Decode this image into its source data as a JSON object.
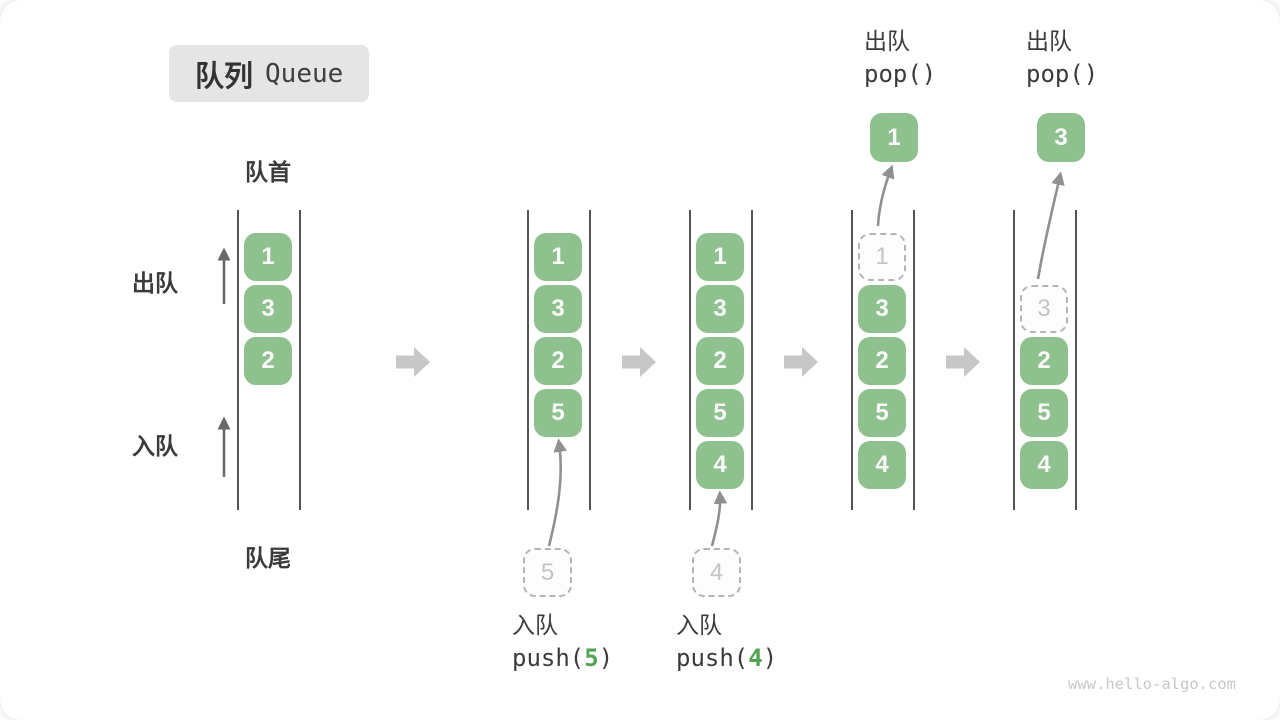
{
  "title": {
    "zh": "队列",
    "en": "Queue"
  },
  "labels": {
    "front": "队首",
    "rear": "队尾",
    "dequeue_side": "出队",
    "enqueue_side": "入队"
  },
  "watermark": "www.hello-algo.com",
  "colors": {
    "box_green": "#8EC18E",
    "box_text": "#FAFAFA",
    "accent_green": "#52A352",
    "text_dark": "#3B3B3B",
    "container_line": "#565656",
    "step_arrow_gray": "#C7C7C7",
    "curve_arrow_gray": "#909090",
    "dashed_border": "#B4B4B4",
    "dashed_text": "#C4C4C4",
    "title_bg": "#E5E5E5",
    "watermark_gray": "#C8C8C8"
  },
  "icons": {
    "step_arrow": "block-right-arrow-icon",
    "transfer_arrow": "curved-up-arrow-icon",
    "direction_arrow": "up-arrow-icon"
  },
  "states": [
    {
      "name": "initial",
      "slots": [
        {
          "slot": 0,
          "value": "1",
          "type": "filled"
        },
        {
          "slot": 1,
          "value": "3",
          "type": "filled"
        },
        {
          "slot": 2,
          "value": "2",
          "type": "filled"
        }
      ]
    },
    {
      "name": "after-push-5",
      "slots": [
        {
          "slot": 0,
          "value": "1",
          "type": "filled"
        },
        {
          "slot": 1,
          "value": "3",
          "type": "filled"
        },
        {
          "slot": 2,
          "value": "2",
          "type": "filled"
        },
        {
          "slot": 3,
          "value": "5",
          "type": "filled"
        }
      ],
      "enqueue": {
        "incoming_value": "5",
        "label": "入队",
        "code_pre": "push(",
        "code_arg": "5",
        "code_post": ")"
      }
    },
    {
      "name": "after-push-4",
      "slots": [
        {
          "slot": 0,
          "value": "1",
          "type": "filled"
        },
        {
          "slot": 1,
          "value": "3",
          "type": "filled"
        },
        {
          "slot": 2,
          "value": "2",
          "type": "filled"
        },
        {
          "slot": 3,
          "value": "5",
          "type": "filled"
        },
        {
          "slot": 4,
          "value": "4",
          "type": "filled"
        }
      ],
      "enqueue": {
        "incoming_value": "4",
        "label": "入队",
        "code_pre": "push(",
        "code_arg": "4",
        "code_post": ")"
      }
    },
    {
      "name": "after-pop-1",
      "slots": [
        {
          "slot": 0,
          "value": "1",
          "type": "dashed"
        },
        {
          "slot": 1,
          "value": "3",
          "type": "filled"
        },
        {
          "slot": 2,
          "value": "2",
          "type": "filled"
        },
        {
          "slot": 3,
          "value": "5",
          "type": "filled"
        },
        {
          "slot": 4,
          "value": "4",
          "type": "filled"
        }
      ],
      "dequeue": {
        "popped_value": "1",
        "label": "出队",
        "code": "pop()"
      }
    },
    {
      "name": "after-pop-3",
      "slots": [
        {
          "slot": 1,
          "value": "3",
          "type": "dashed"
        },
        {
          "slot": 2,
          "value": "2",
          "type": "filled"
        },
        {
          "slot": 3,
          "value": "5",
          "type": "filled"
        },
        {
          "slot": 4,
          "value": "4",
          "type": "filled"
        }
      ],
      "dequeue": {
        "popped_value": "3",
        "label": "出队",
        "code": "pop()"
      }
    }
  ]
}
